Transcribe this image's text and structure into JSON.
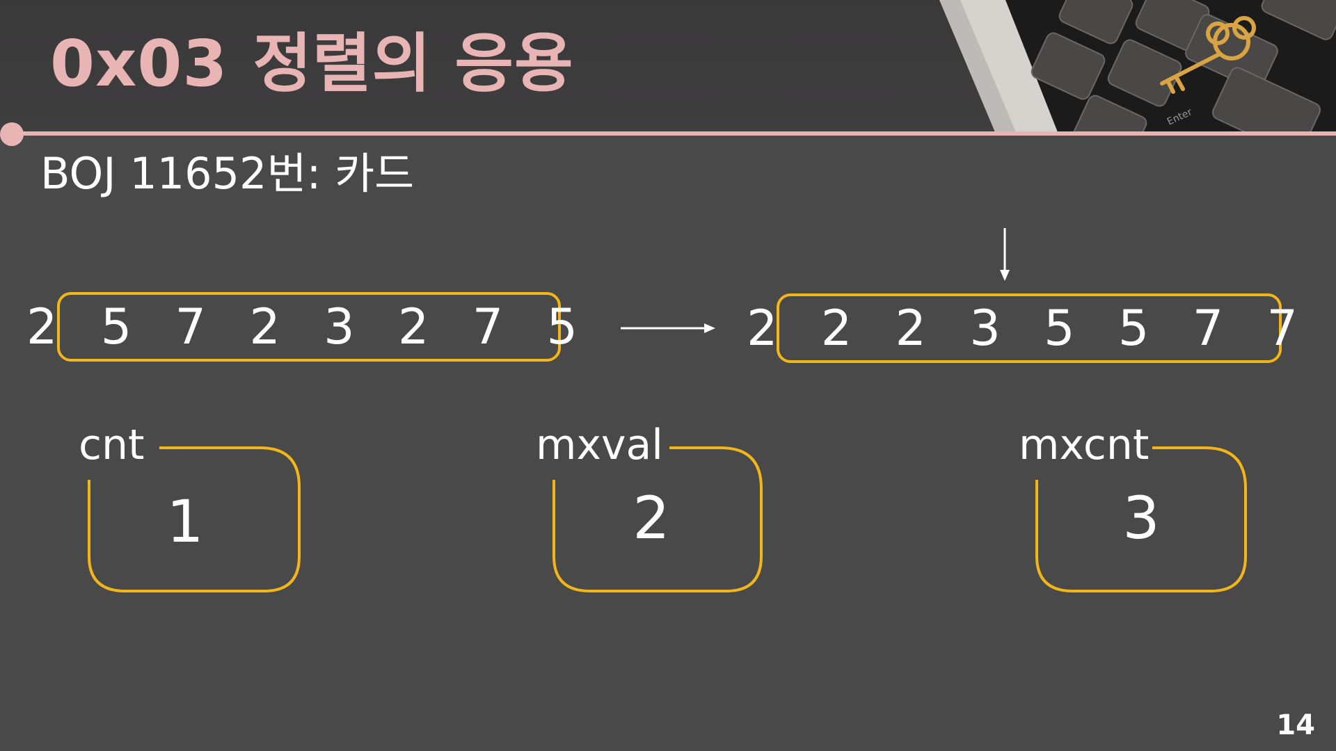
{
  "slide": {
    "title_num": "0x03",
    "title_text": "정렬의 응용",
    "subtitle": "BOJ 11652번: 카드",
    "page_number": "14",
    "accent_color": "#e8b4b4",
    "box_color": "#f2b619"
  },
  "arrays": {
    "unsorted": "2 5 7 2 3 2 7 5",
    "sorted": "2 2 2 3 5 5 7 7"
  },
  "vars": [
    {
      "label": "cnt",
      "value": "1"
    },
    {
      "label": "mxval",
      "value": "2"
    },
    {
      "label": "mxcnt",
      "value": "3"
    }
  ],
  "decoration": {
    "image_icon": "keyboard-with-key-icon",
    "key_label": "Enter"
  }
}
